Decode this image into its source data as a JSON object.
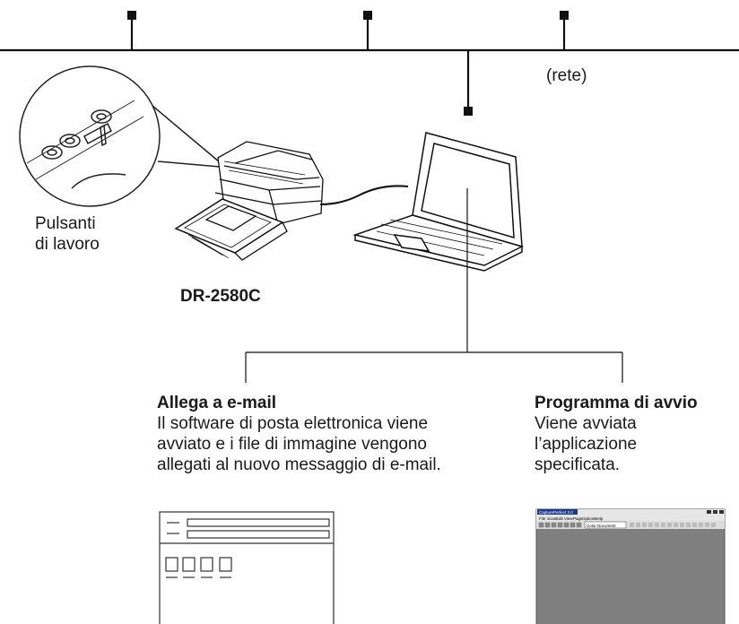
{
  "network_label": "(rete)",
  "scanner_model": "DR-2580C",
  "job_buttons_label": {
    "line1": "Pulsanti",
    "line2": "di lavoro"
  },
  "email_block": {
    "title": "Allega a e-mail",
    "lines": [
      "Il software di posta elettronica viene",
      "avviato e i file di immagine vengono",
      "allegati al nuovo messaggio di e-mail."
    ]
  },
  "launcher_block": {
    "title": "Programma di avvio",
    "lines": [
      "Viene avviata",
      "l’applicazione",
      "specificata."
    ]
  },
  "app_window": {
    "title": "CapturePerfect 3.0",
    "menu": [
      "File",
      "Scan",
      "Edit",
      "View",
      "Page",
      "Options",
      "Help"
    ],
    "dropdown": "Color Document"
  }
}
